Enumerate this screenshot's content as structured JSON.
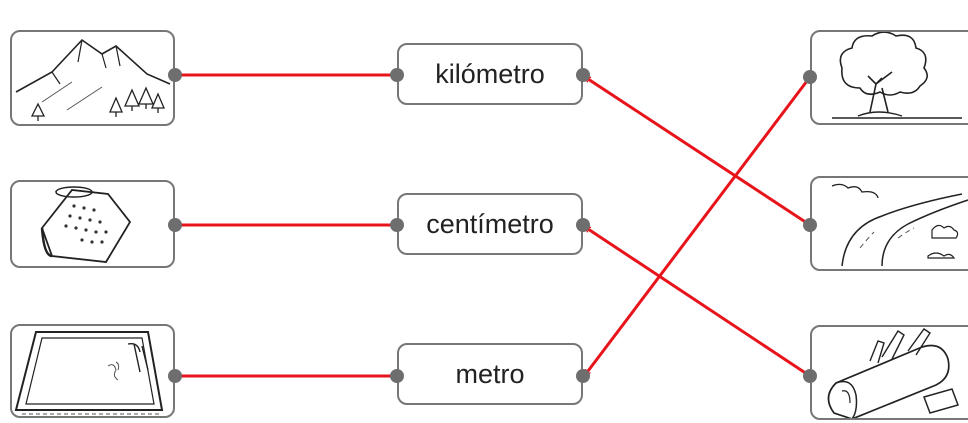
{
  "words": [
    {
      "id": "kilometro",
      "label": "kilómetro"
    },
    {
      "id": "centimetro",
      "label": "centímetro"
    },
    {
      "id": "metro",
      "label": "metro"
    }
  ],
  "left_pictures": [
    {
      "icon": "mountain-landscape-icon",
      "matches": "kilómetro"
    },
    {
      "icon": "thimble-icon",
      "matches": "centímetro"
    },
    {
      "icon": "swimming-pool-icon",
      "matches": "metro"
    }
  ],
  "right_pictures": [
    {
      "icon": "tree-icon",
      "matches": "metro"
    },
    {
      "icon": "river-road-landscape-icon",
      "matches": "kilómetro"
    },
    {
      "icon": "pencil-case-icon",
      "matches": "centímetro"
    }
  ],
  "colors": {
    "connector": "#e8141b",
    "dot": "#6e6e6e",
    "border": "#777777"
  }
}
